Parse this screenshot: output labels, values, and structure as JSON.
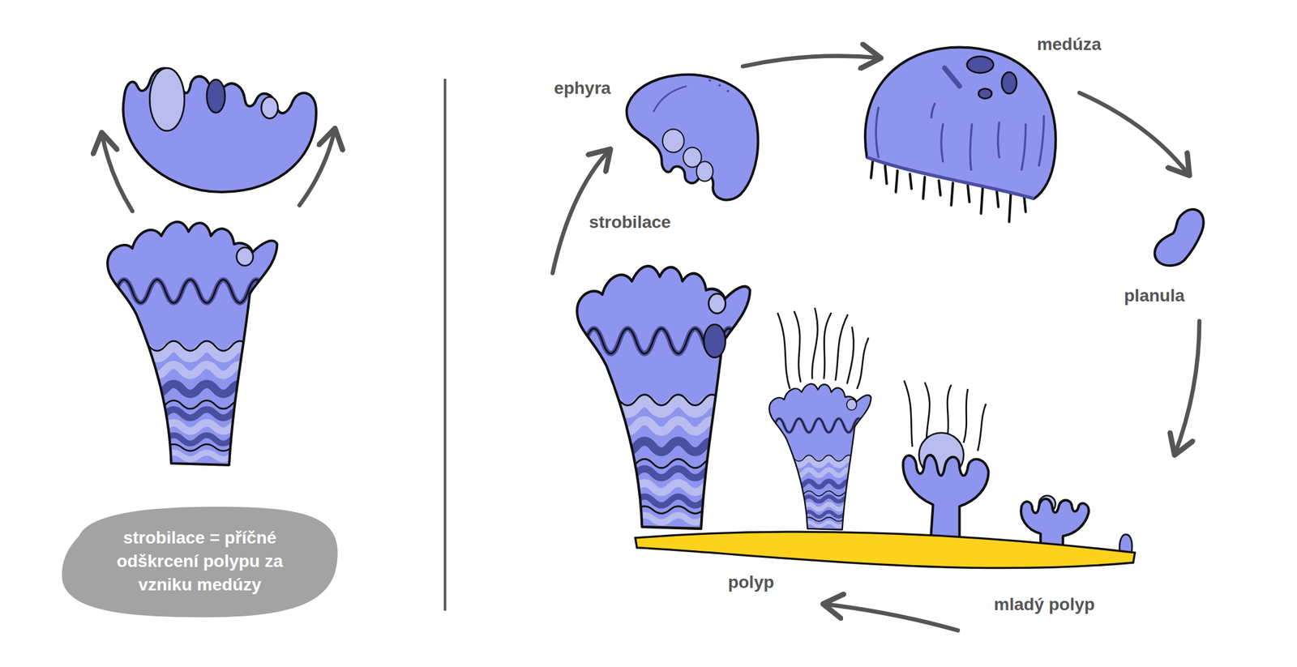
{
  "diagram": {
    "nodes": [
      {
        "text": [
          "strobilace = příčné odškrcení polypu za vzniku medúzy"
        ]
      }
    ],
    "labels": [
      "ephyra",
      "medúza",
      "strobilace",
      "planula",
      "polyp",
      "mladý polyp"
    ]
  }
}
